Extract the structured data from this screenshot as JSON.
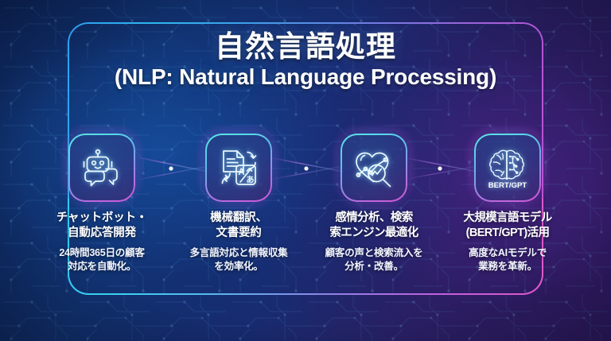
{
  "theme": {
    "bg_deep": "#0b1b3d",
    "bg_blue": "#11306b",
    "bg_purple": "#30185c",
    "accent_cyan": "#3ad2f0",
    "accent_blue": "#2d9ff0",
    "accent_purple": "#b356d6",
    "accent_magenta": "#e056c8",
    "text_white": "#ffffff"
  },
  "header": {
    "title_ja": "自然言語処理",
    "title_en": "(NLP: Natural Language Processing)"
  },
  "items": [
    {
      "id": "chatbot",
      "icon": "robot-chat-icon",
      "caption": "チャットボット・\n自動応答開発",
      "sub": "24時間365日の顧客\n対応を自動化。"
    },
    {
      "id": "translation",
      "icon": "document-translate-icon",
      "caption": "機械翻訳、\n文書要約",
      "sub": "多言語対応と情報収集\nを効率化。"
    },
    {
      "id": "sentiment-search",
      "icon": "heart-magnifier-chart-icon",
      "caption": "感情分析、検索\n索エンジン最適化",
      "sub": "顧客の声と検索流入を\n分析・改善。"
    },
    {
      "id": "llm",
      "icon": "brain-ai-icon",
      "caption": "大規模言語モデル\n(BERT/GPT)活用",
      "sub": "高度なAIモデルで\n業務を革新。"
    }
  ],
  "icon_labels": {
    "brain_badge": "BERT/GPT",
    "translate_latin": "A",
    "translate_kana": "あ"
  }
}
